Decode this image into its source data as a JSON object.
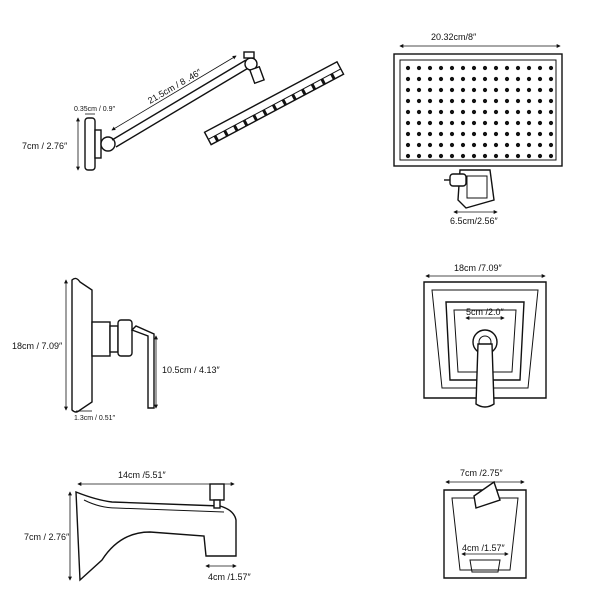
{
  "dimensions": {
    "arm_length": "21.5cm / 8 .46″",
    "flange_thickness": "0.35cm / 0.9″",
    "flange_height": "7cm / 2.76″",
    "head_width": "20.32cm/8″",
    "head_mount_width": "6.5cm/2.56″",
    "valve_trim_height": "18cm / 7.09″",
    "valve_handle_length": "10.5cm / 4.13″",
    "valve_trim_thickness": "1.3cm / 0.51″",
    "valve_trim_width": "18cm /7.09″",
    "valve_escutcheon_inner": "5cm /2.0″",
    "spout_length": "14cm /5.51″",
    "spout_height": "7cm / 2.76″",
    "spout_outlet": "4cm /1.57″",
    "spout_back_width": "7cm /2.75″",
    "spout_back_inner": "4cm /1.57″"
  }
}
